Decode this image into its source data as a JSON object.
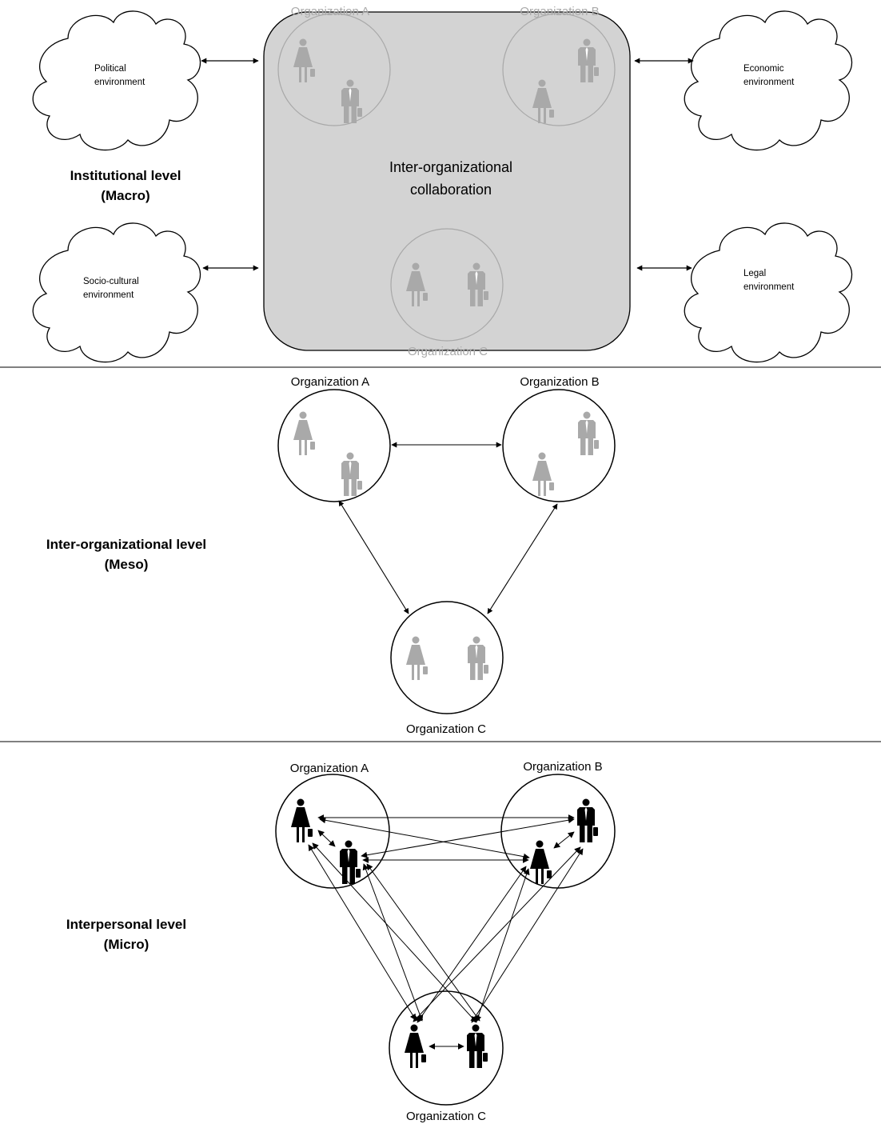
{
  "levels": {
    "macro": {
      "line1": "Institutional level",
      "line2": "(Macro)"
    },
    "meso": {
      "line1": "Inter-organizational level",
      "line2": "(Meso)"
    },
    "micro": {
      "line1": "Interpersonal level",
      "line2": "(Micro)"
    }
  },
  "environments": {
    "political": {
      "line1": "Political",
      "line2": "environment"
    },
    "economic": {
      "line1": "Economic",
      "line2": "environment"
    },
    "sociocultural": {
      "line1": "Socio-cultural",
      "line2": "environment"
    },
    "legal": {
      "line1": "Legal",
      "line2": "environment"
    }
  },
  "collaboration": {
    "line1": "Inter-organizational",
    "line2": "collaboration"
  },
  "organizations": {
    "a": "Organization A",
    "b": "Organization B",
    "c": "Organization C"
  },
  "colors": {
    "collab_fill": "#d3d3d3",
    "ghost_figure": "#a9a9a9",
    "solid_figure": "#000000",
    "line": "#000000"
  }
}
